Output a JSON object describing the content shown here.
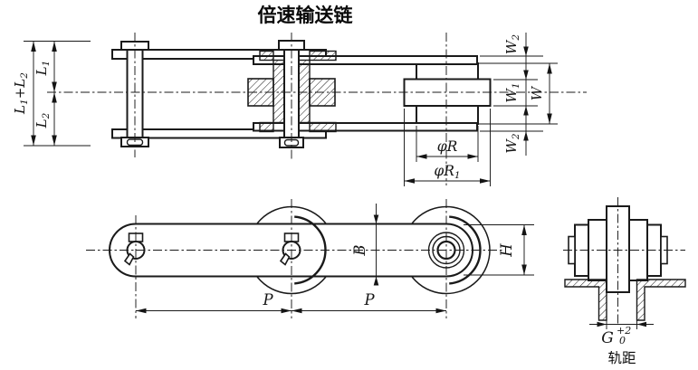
{
  "title": "倍速输送链",
  "side_view": {
    "l1l2": [
      "L",
      "1",
      "+",
      "L",
      "2"
    ],
    "l1": [
      "L",
      "1"
    ],
    "l2": [
      "L",
      "2"
    ],
    "w2_top": [
      "W",
      "2"
    ],
    "w1": [
      "W",
      "1"
    ],
    "w": [
      "W"
    ],
    "w2_bottom": [
      "W",
      "2"
    ],
    "phi_r": [
      "φ",
      "R"
    ],
    "phi_r1": [
      "φ",
      "R",
      "1"
    ]
  },
  "plan_view": {
    "pitch_left": "P",
    "pitch_right": "P",
    "plate_width": "B",
    "plate_height": "H"
  },
  "section_view": {
    "gauge_dim": "G",
    "tolerance_upper": "+2",
    "tolerance_lower": "0",
    "gauge_label": "轨距"
  },
  "colors": {
    "line": "#1a1a1a",
    "background": "#ffffff"
  }
}
